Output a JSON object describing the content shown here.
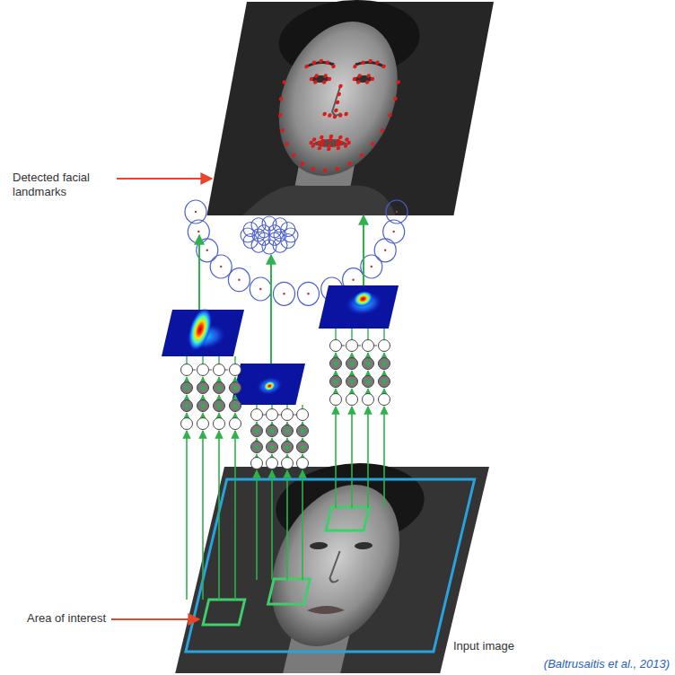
{
  "diagram": {
    "caption": "(Baltrusaitis et al., 2013)",
    "labels": [
      "Detected facial landmarks",
      "Area of interest",
      "Input image"
    ]
  }
}
